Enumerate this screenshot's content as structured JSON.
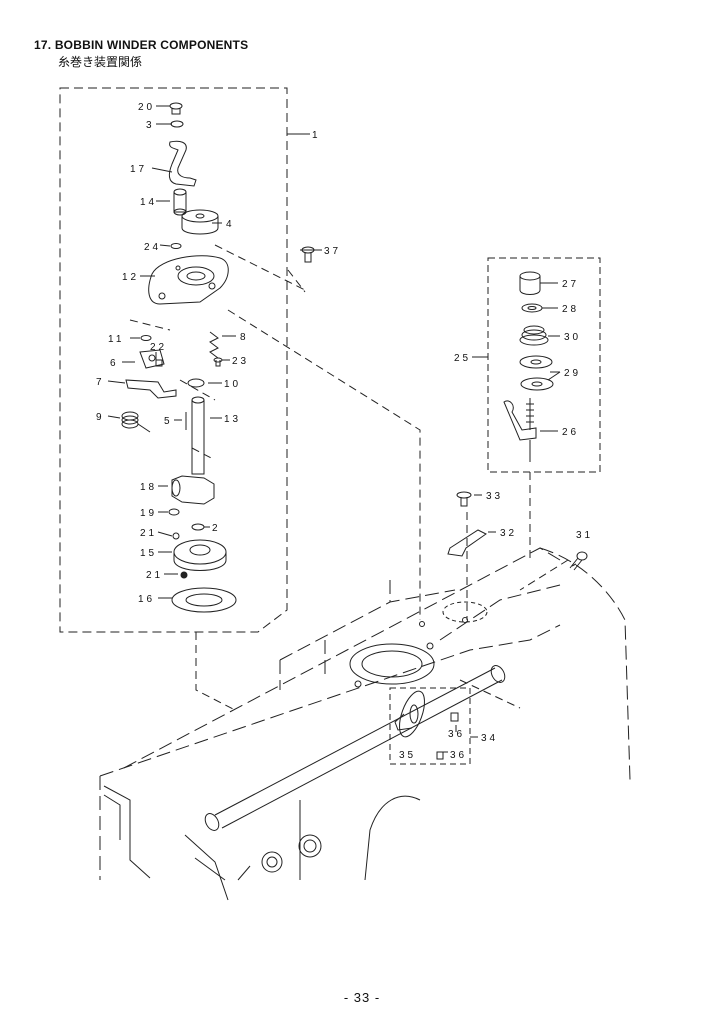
{
  "header": {
    "title": "17. BOBBIN WINDER COMPONENTS",
    "subtitle": "糸巻き装置関係"
  },
  "footer": {
    "page_number": "- 33 -"
  },
  "callouts": {
    "p1": "1",
    "p2": "2",
    "p3": "3",
    "p4": "4",
    "p5": "5",
    "p6": "6",
    "p7": "7",
    "p8": "8",
    "p9": "9",
    "p10": "10",
    "p11": "11",
    "p12": "12",
    "p13": "13",
    "p14": "14",
    "p15": "15",
    "p16": "16",
    "p17": "17",
    "p18": "18",
    "p19": "19",
    "p20": "20",
    "p21a": "21",
    "p21b": "21",
    "p22": "22",
    "p23": "23",
    "p24": "24",
    "p25": "25",
    "p26": "26",
    "p27": "27",
    "p28": "28",
    "p29": "29",
    "p30": "30",
    "p31": "31",
    "p32": "32",
    "p33": "33",
    "p34": "34",
    "p35": "35",
    "p36a": "36",
    "p36b": "36",
    "p37": "37"
  }
}
